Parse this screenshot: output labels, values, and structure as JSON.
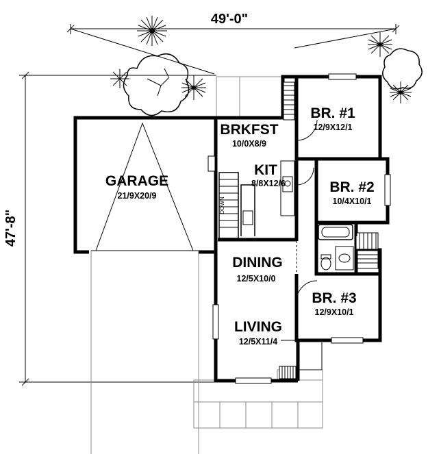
{
  "dimensions": {
    "width_label": "49'-0\"",
    "depth_label": "47'-8\""
  },
  "rooms": {
    "garage": {
      "name": "GARAGE",
      "size": "21/9X20/9"
    },
    "brkfst": {
      "name": "BRKFST",
      "size": "10/0X8/9"
    },
    "kit": {
      "name": "KIT",
      "size": "8/8X12/6"
    },
    "dining": {
      "name": "DINING",
      "size": "12/5X10/0"
    },
    "living": {
      "name": "LIVING",
      "size": "12/5X11/4"
    },
    "br1": {
      "name": "BR. #1",
      "size": "12/9X12/1"
    },
    "br2": {
      "name": "BR. #2",
      "size": "10/4X10/1"
    },
    "br3": {
      "name": "BR. #3",
      "size": "12/9X10/1"
    }
  },
  "stair": {
    "label": "DOWN"
  }
}
